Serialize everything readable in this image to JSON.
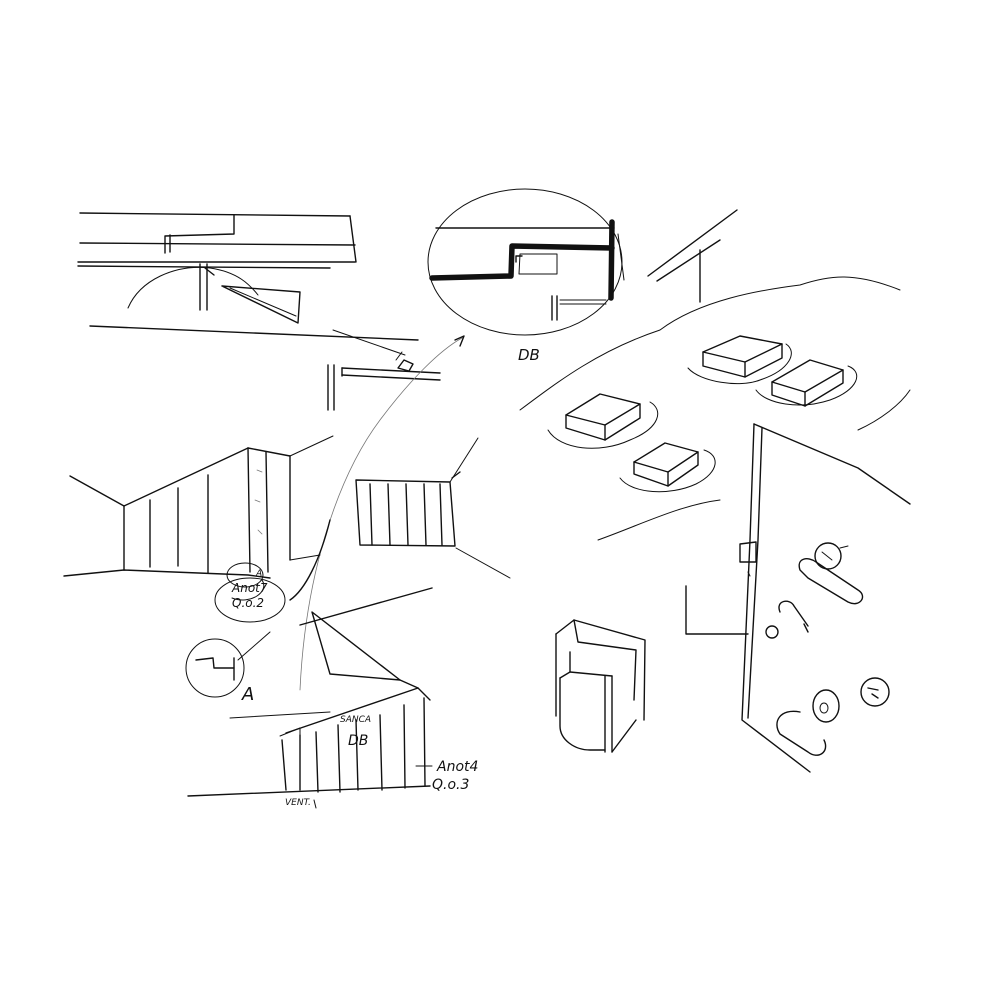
{
  "labels": {
    "detail_db": "DB",
    "anot7": "Anot7",
    "q02": "Q.o.2",
    "detail_a": "A",
    "anot4": "Anot4",
    "q03": "Q.o.3",
    "sketch_db": "DB",
    "vent": "VENT.",
    "sanca": "SANCA",
    "mark_a": "A"
  },
  "colors": {
    "ink": "#111111",
    "paper": "#ffffff"
  }
}
